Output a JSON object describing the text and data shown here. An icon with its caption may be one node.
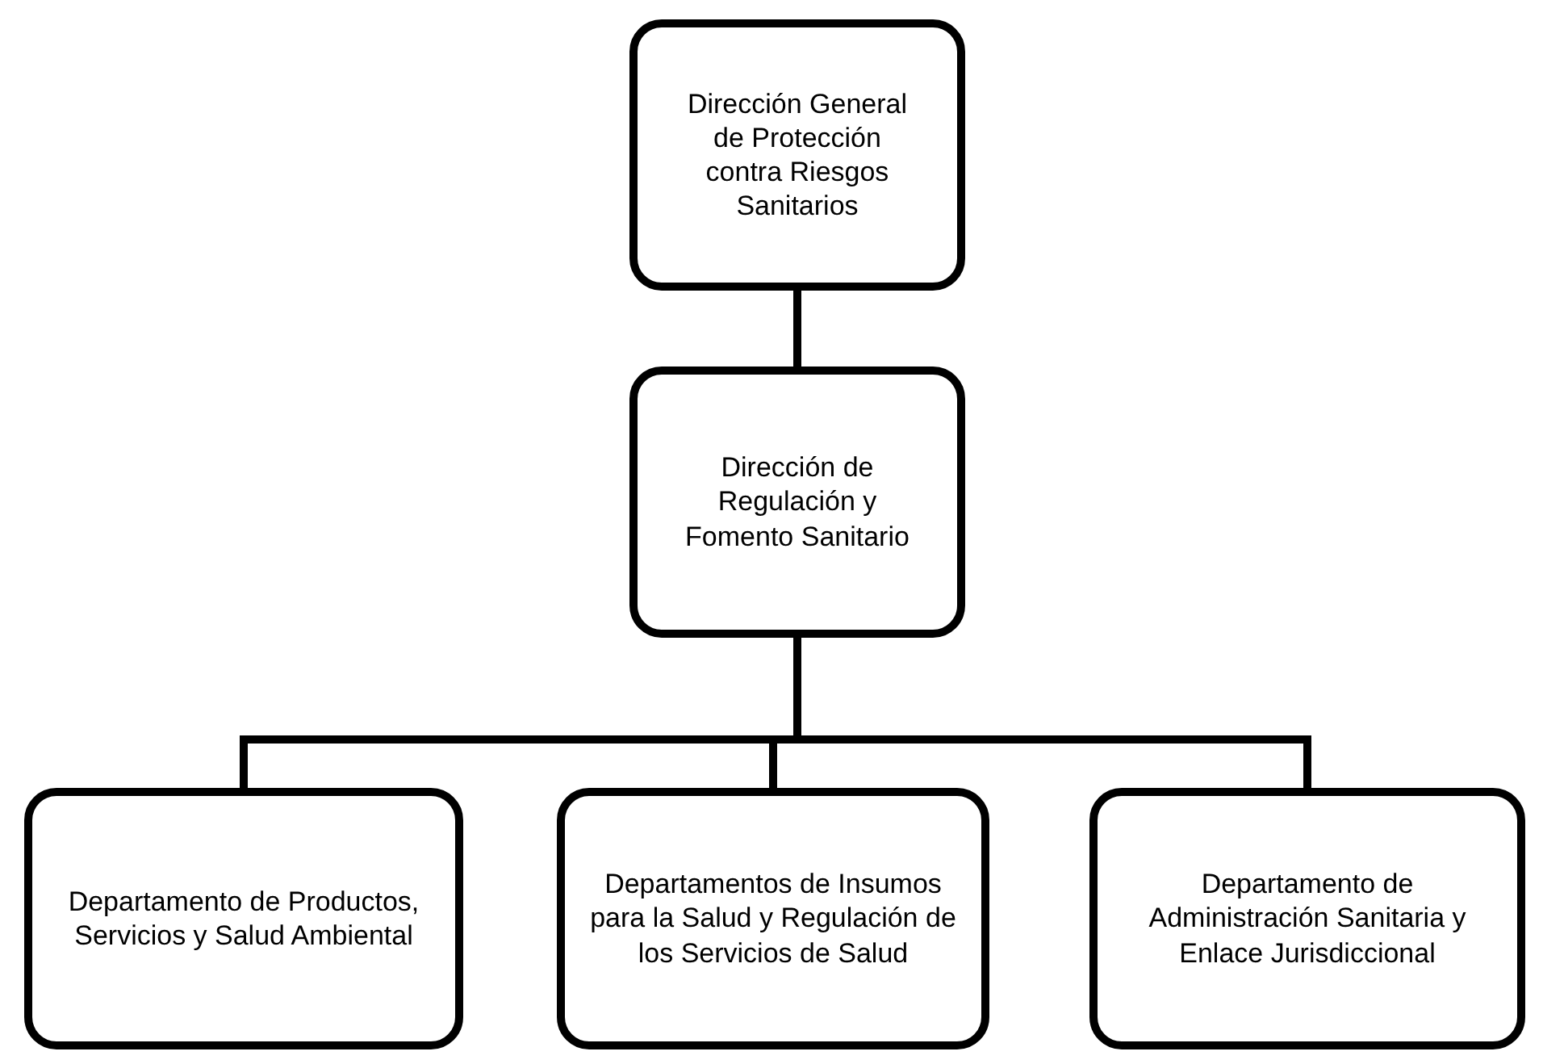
{
  "diagram": {
    "nodes": [
      {
        "text": [
          "Dirección General de Protección contra Riesgos Sanitarios"
        ]
      },
      {
        "text": [
          "Dirección de Regulación y Fomento Sanitario"
        ]
      },
      {
        "text": [
          "Departamento de Productos, Servicios y Salud Ambiental"
        ]
      },
      {
        "text": [
          "Departamentos de Insumos para la Salud y Regulación de los Servicios de Salud"
        ]
      },
      {
        "text": [
          "Departamento de Administración Sanitaria y Enlace Jurisdiccional"
        ]
      }
    ],
    "edges": [
      {
        "from": 0,
        "to": 1,
        "arrow": "none"
      },
      {
        "from": 1,
        "to": 2,
        "arrow": "none"
      },
      {
        "from": 1,
        "to": 3,
        "arrow": "none"
      },
      {
        "from": 1,
        "to": 4,
        "arrow": "none"
      }
    ]
  }
}
